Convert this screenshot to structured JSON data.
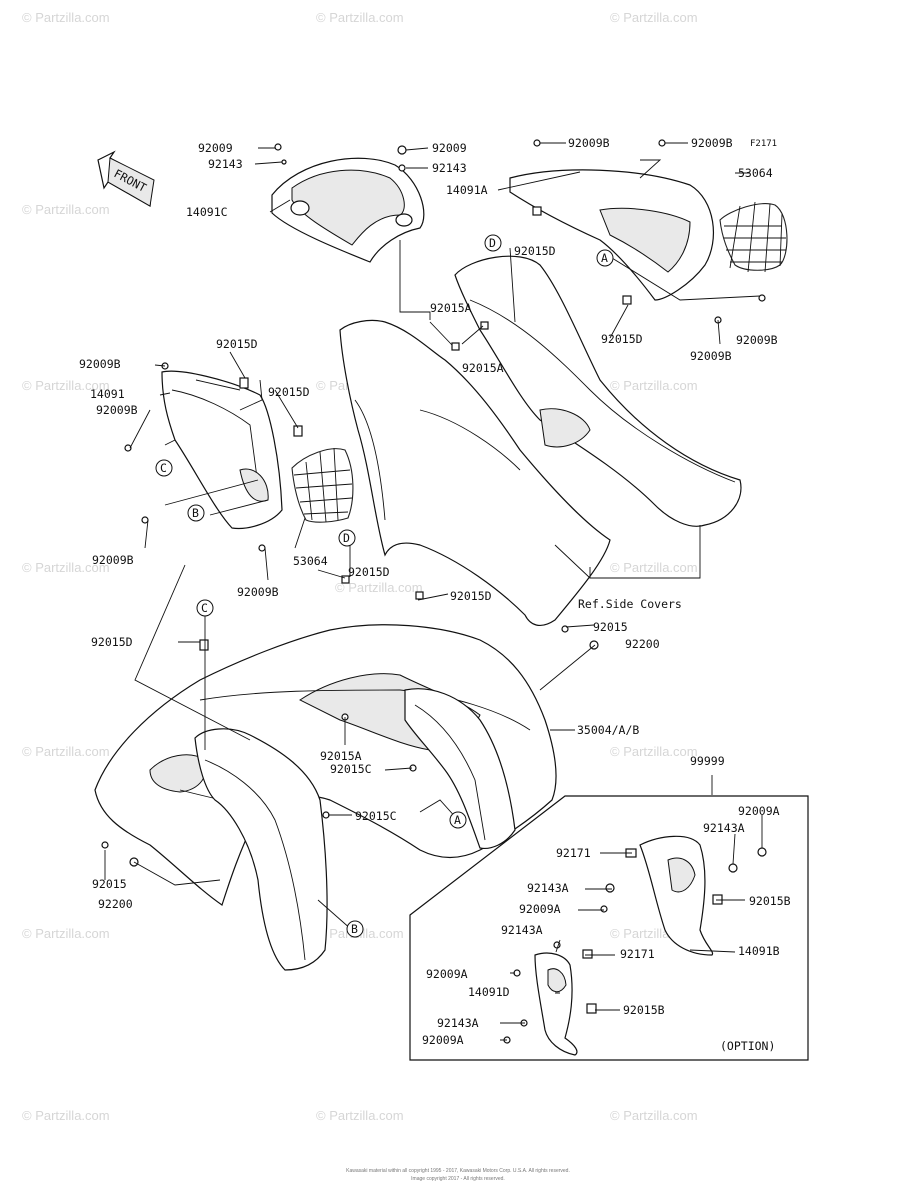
{
  "diagram_code": "F2171",
  "front_label": "FRONT",
  "ref_text": "Ref.Side Covers",
  "option_text": "(OPTION)",
  "watermark": "© Partzilla.com",
  "footer_line1": "Kawasaki material within all copyright 1995 - 2017, Kawasaki Motors Corp. U.S.A. All rights reserved.",
  "footer_line2": "Image copyright 2017 - All rights reserved.",
  "labels": {
    "l01": "92009",
    "l02": "92143",
    "l03": "14091C",
    "l04": "92009",
    "l05": "92143",
    "l06": "92009B",
    "l07": "92009B",
    "l08": "14091A",
    "l09": "53064",
    "l10": "92015D",
    "l11": "92015A",
    "l12": "92015A",
    "l13": "92015D",
    "l14": "92009B",
    "l15": "92009B",
    "l16": "92009B",
    "l17": "92015D",
    "l18": "14091",
    "l19": "92009B",
    "l20": "92015D",
    "l21": "92009B",
    "l22": "53064",
    "l23": "92009B",
    "l24": "92015D",
    "l25": "92015D",
    "l26": "92015D",
    "l27": "92015",
    "l28": "92200",
    "l29": "35004/A/B",
    "l30": "92015A",
    "l31": "92015C",
    "l32": "92015C",
    "l33": "92015",
    "l34": "92200",
    "l35": "99999",
    "l36": "92009A",
    "l37": "92143A",
    "l38": "92171",
    "l39": "92143A",
    "l40": "92015B",
    "l41": "92009A",
    "l42": "92143A",
    "l43": "92171",
    "l44": "14091B",
    "l45": "92009A",
    "l46": "14091D",
    "l47": "92015B",
    "l48": "92143A",
    "l49": "92009A"
  },
  "refs": {
    "a1": "A",
    "a2": "A",
    "b1": "B",
    "b2": "B",
    "c1": "C",
    "c2": "C",
    "d1": "D",
    "d2": "D"
  }
}
